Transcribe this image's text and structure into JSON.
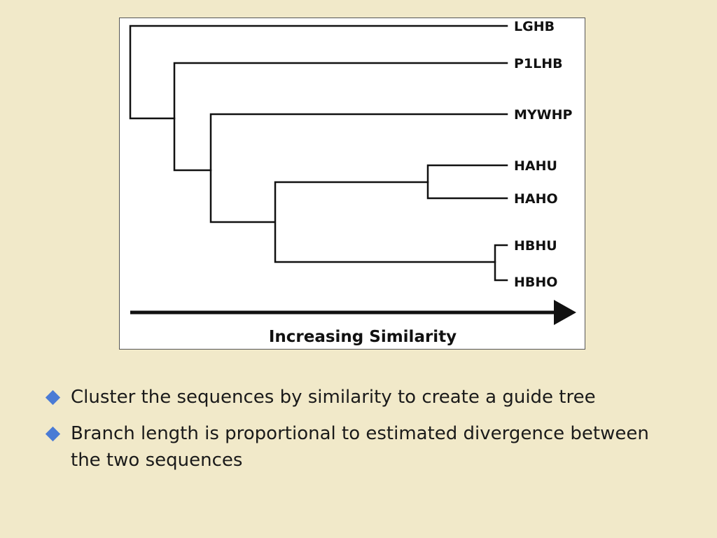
{
  "tree": {
    "leaves": [
      "LGHB",
      "P1LHB",
      "MYWHP",
      "HAHU",
      "HAHO",
      "HBHU",
      "HBHO"
    ],
    "axis_label": "Increasing Similarity"
  },
  "bullets": [
    "Cluster the sequences by similarity to create a guide tree",
    "Branch length is proportional to estimated divergence between the two sequences"
  ],
  "colors": {
    "background": "#f1e9c9",
    "bullet_marker": "#4a7bd5",
    "figure_background": "#ffffff",
    "line": "#111111"
  },
  "icons": {
    "bullet": "diamond-bullet-icon",
    "axis_arrow": "arrow-right-icon"
  }
}
